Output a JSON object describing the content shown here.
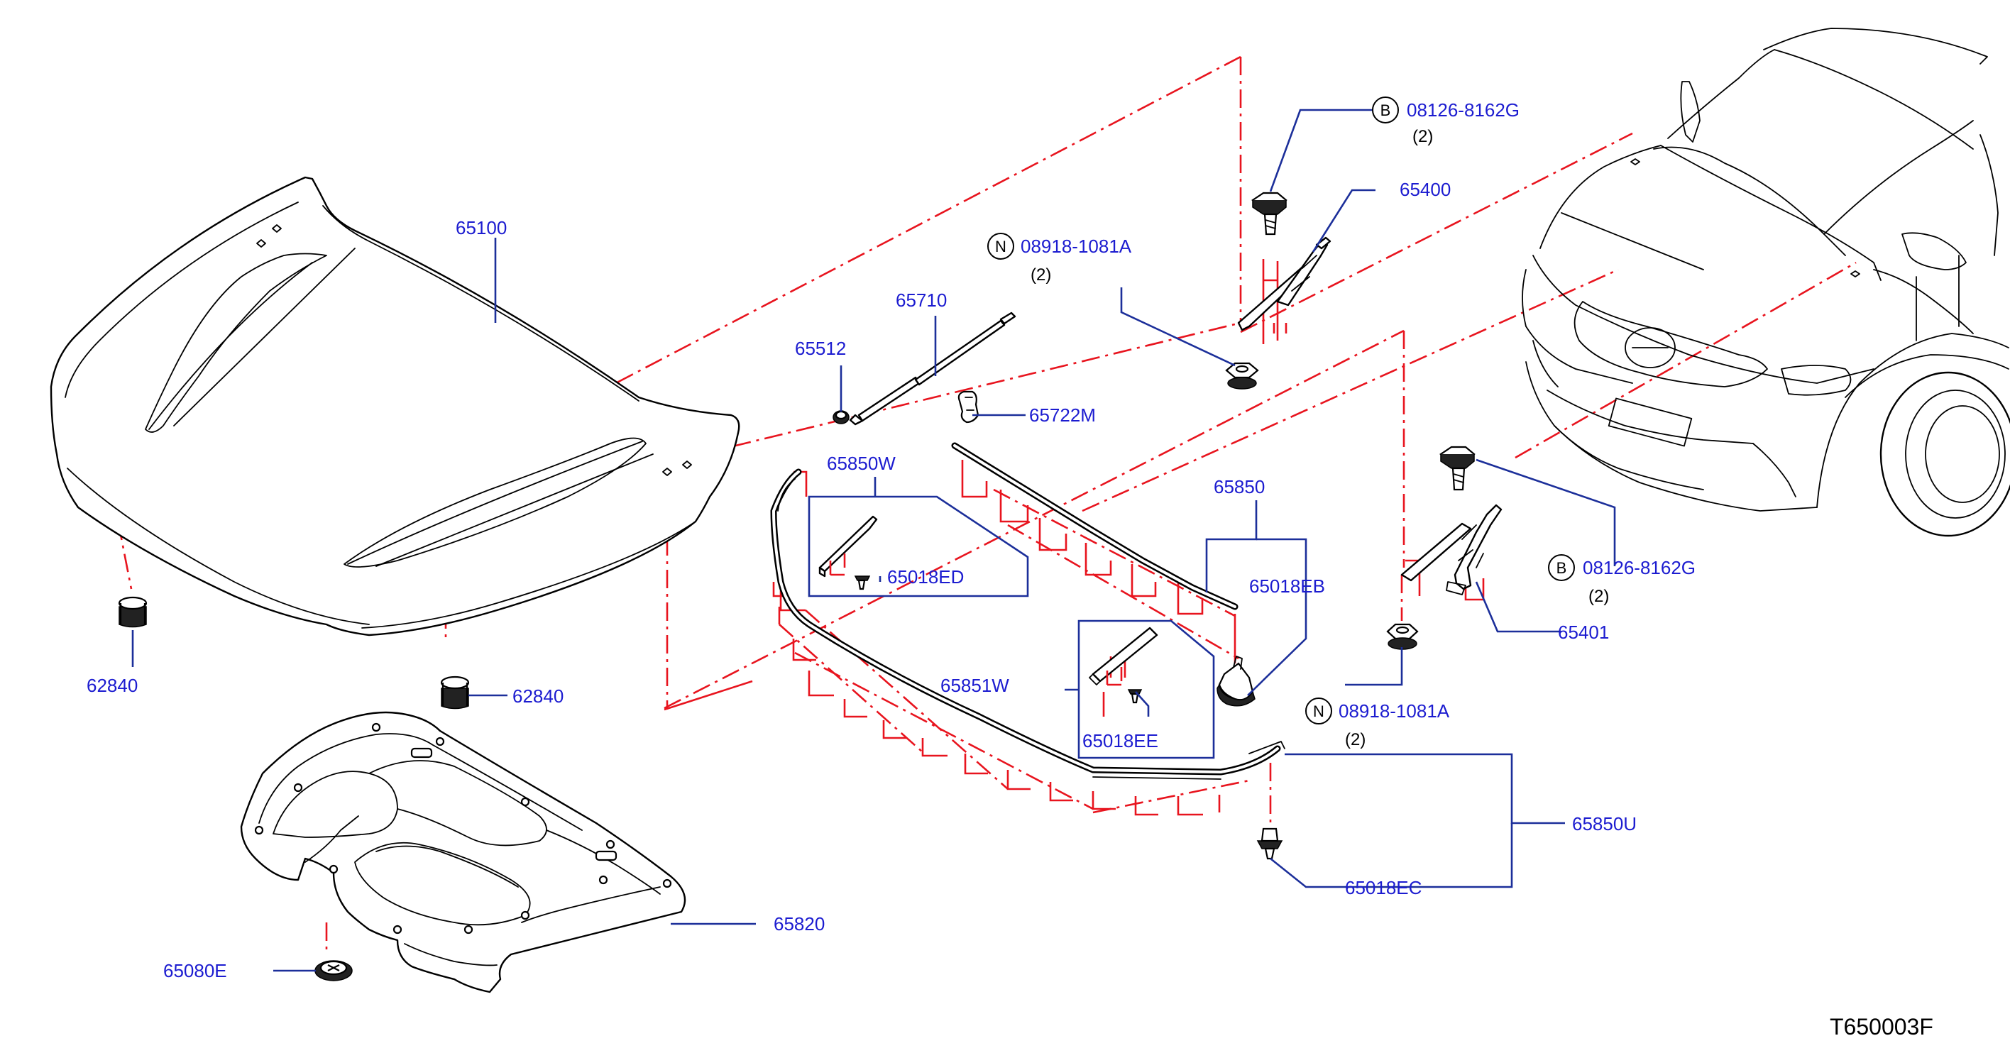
{
  "diagram_code": "T650003F",
  "labels": {
    "hood": "65100",
    "bumper_rubber_left": "62840",
    "bumper_rubber_right": "62840",
    "insulator": "65820",
    "insulator_clip": "65080E",
    "support_rod": "65710",
    "rod_grommet": "65512",
    "rod_clip": "65722M",
    "seal_w": "65850W",
    "clip_ed": "65018ED",
    "seal_851w": "65851W",
    "clip_ee": "65018EE",
    "seal_850": "65850",
    "clip_eb": "65018EB",
    "seal_u": "65850U",
    "clip_ec": "65018EC",
    "hinge_left": "65401",
    "hinge_right": "65400",
    "nut_top_part": "08918-1081A",
    "nut_top_qty": "(2)",
    "nut_bottom_part": "08918-1081A",
    "nut_bottom_qty": "(2)",
    "bolt_top_part": "08126-8162G",
    "bolt_top_qty": "(2)",
    "bolt_bottom_part": "08126-8162G",
    "bolt_bottom_qty": "(2)"
  },
  "badges": {
    "bolt": "B",
    "nut": "N"
  },
  "colors": {
    "label": "#1c1cd0",
    "leader": "#1c2f9a",
    "phantom_line": "#e8141e",
    "outline": "#000000"
  }
}
